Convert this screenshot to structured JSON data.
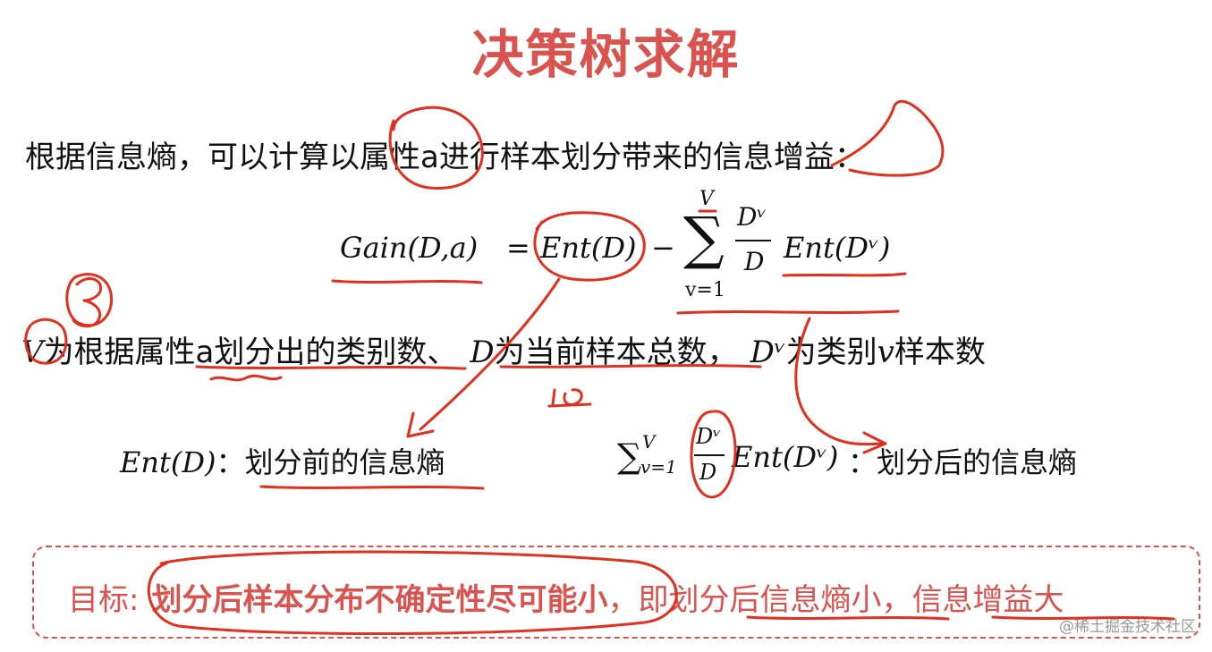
{
  "title": "决策树求解",
  "intro": "根据信息熵，可以计算以属性a进行样本划分带来的信息增益：",
  "formula": {
    "lhs": "Gain(D,a)",
    "eq": "=",
    "ent": "Ent(D)",
    "minus": "−",
    "sum_symbol": "∑",
    "sum_upper": "V",
    "sum_lower": "v=1",
    "frac_num": "Dᵛ",
    "frac_den": "D",
    "ent_v": "Ent(Dᵛ)"
  },
  "definitions": {
    "v_sym": "V",
    "v_text": "为根据属性a划分出的类别数、",
    "d_sym": "D",
    "d_text": "为当前样本总数，",
    "dv_sym": "Dᵛ",
    "dv_text": "为类别",
    "vsmall": "v",
    "dv_text2": "样本数"
  },
  "ent_before": {
    "expr": "Ent(D)",
    "label": "：划分前的信息熵"
  },
  "ent_after": {
    "sum": "∑",
    "sup": "V",
    "sub": "v=1",
    "num": "Dᵛ",
    "den": "D",
    "expr": "Ent(Dᵛ)",
    "label": "：划分后的信息熵"
  },
  "goal": {
    "prefix": "目标:",
    "bold": "划分后样本分布不确定性尽可能小",
    "rest": "，即划分后信息熵小，信息增益大"
  },
  "annotations": {
    "three": "3",
    "ten": "10"
  },
  "watermark": "@稀土掘金技术社区",
  "colors": {
    "accent": "#d9534f",
    "ink": "#e0301e"
  }
}
